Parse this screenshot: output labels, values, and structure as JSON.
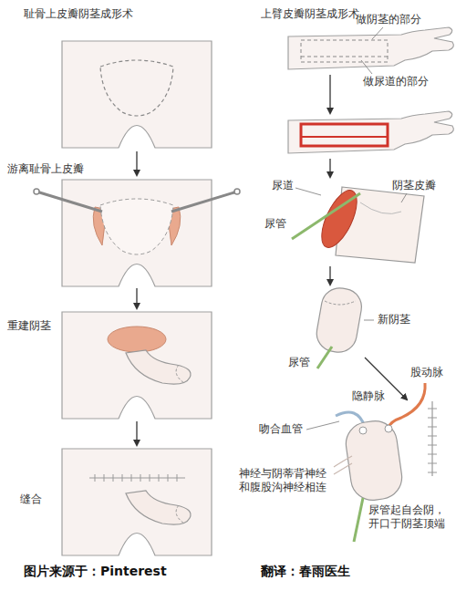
{
  "diagram": {
    "labels": [
      "耻骨上皮瓣阴茎成形术",
      "上臂皮瓣阴茎成形术",
      "做阴茎的部分",
      "做尿道的部分",
      "游离耻骨上皮瓣",
      "尿道",
      "阴茎皮瓣",
      "尿管",
      "重建阴茎",
      "新阴茎",
      "尿管",
      "股动脉",
      "隐静脉",
      "吻合血管",
      "神经与阴蒂背神经和腹股沟神经相连",
      "缝合",
      "尿管起自会阴，开口于阴茎顶端",
      "图片来源于：Pinterest",
      "翻译：春雨医生"
    ]
  }
}
